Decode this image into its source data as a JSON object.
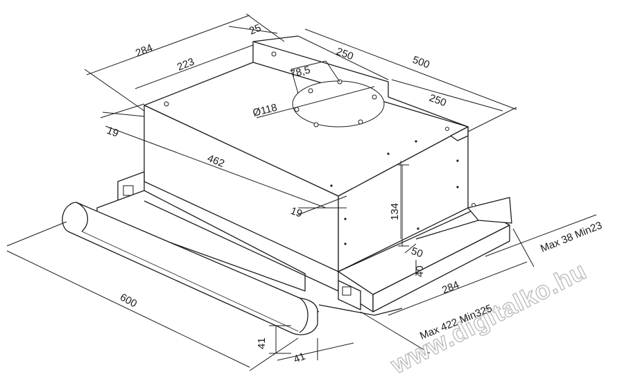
{
  "dimensions": {
    "d284_top": "284",
    "d25": "25",
    "d223": "223",
    "d250_top": "250",
    "d500": "500",
    "d78_5": "78,5",
    "d118": "Ø118",
    "d250_right": "250",
    "d19_left": "19",
    "d462": "462",
    "d19_mid": "19",
    "d134": "134",
    "d50": "50",
    "d40": "40",
    "d284_bottom": "284",
    "max38": "Max 38 Min23",
    "max422": "Max 422 Min325",
    "d600": "600",
    "d41_vertical": "41",
    "d41_horizontal": "41"
  },
  "watermark": "www.digitalko.hu",
  "colors": {
    "line": "#1a1a1a",
    "watermark_stroke": "#bdbdbd",
    "background": "#ffffff"
  }
}
